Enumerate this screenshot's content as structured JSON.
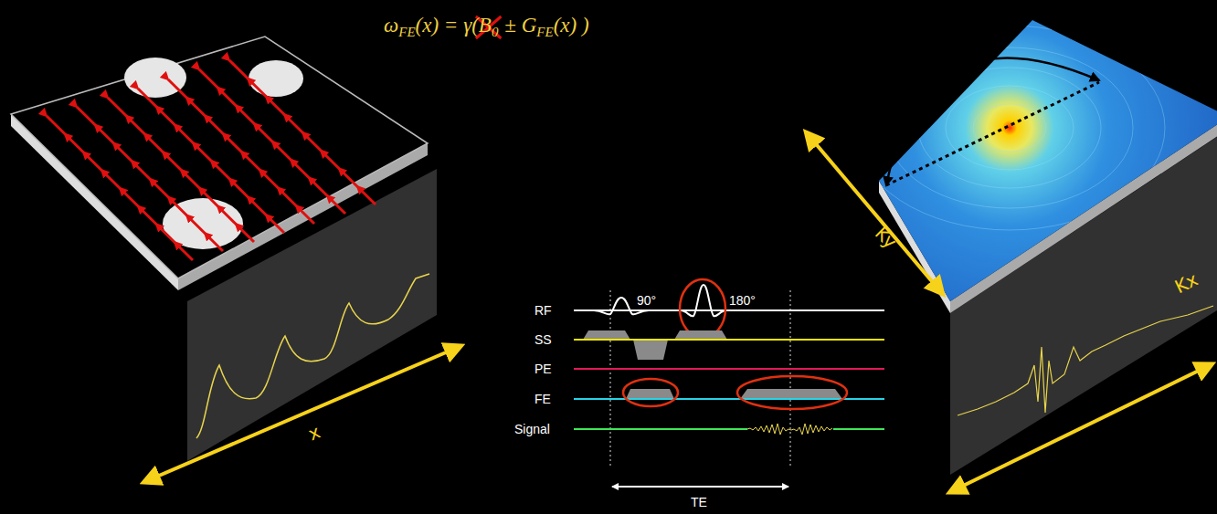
{
  "diagram": {
    "labels": [
      "ω",
      "FE",
      "(x) = γ(",
      "B",
      "0",
      "± G",
      "FE",
      "(x) )",
      "x",
      "RF",
      "SS",
      "PE",
      "FE",
      "Signal",
      "90°",
      "180°",
      "TE",
      "Ky",
      "Kx"
    ]
  }
}
